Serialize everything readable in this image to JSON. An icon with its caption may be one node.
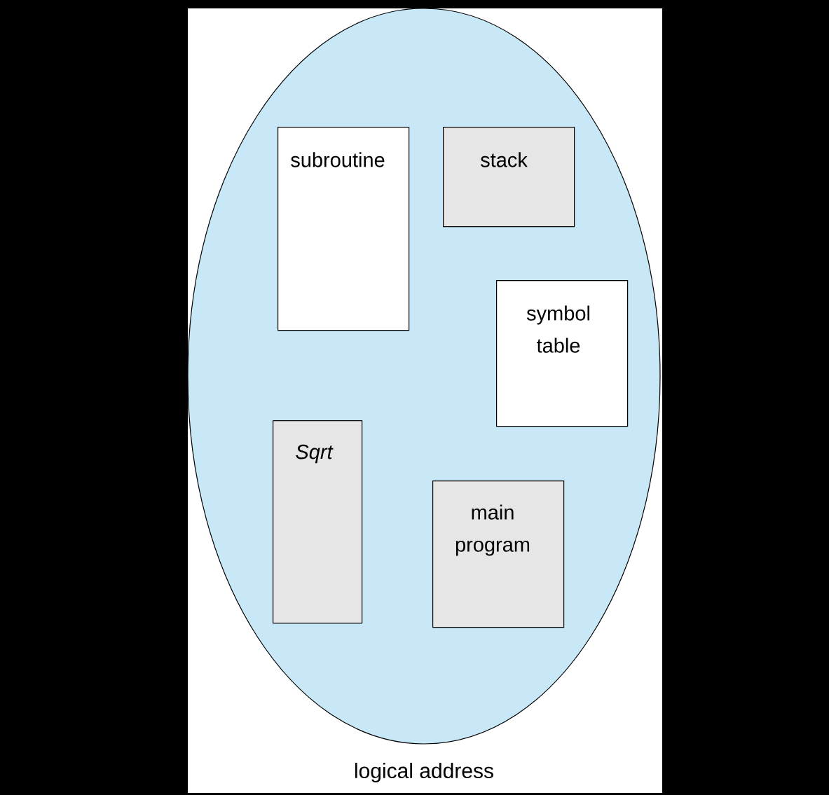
{
  "diagram": {
    "nodes": [
      {
        "text": [
          "logical address"
        ]
      },
      {
        "text": [
          "subroutine"
        ],
        "in": 0
      },
      {
        "text": [
          "stack"
        ],
        "in": 0
      },
      {
        "text": [
          "symbol table"
        ],
        "in": 0
      },
      {
        "text": [
          "Sqrt"
        ],
        "in": 0
      },
      {
        "text": [
          "main program"
        ],
        "in": 0
      }
    ]
  }
}
